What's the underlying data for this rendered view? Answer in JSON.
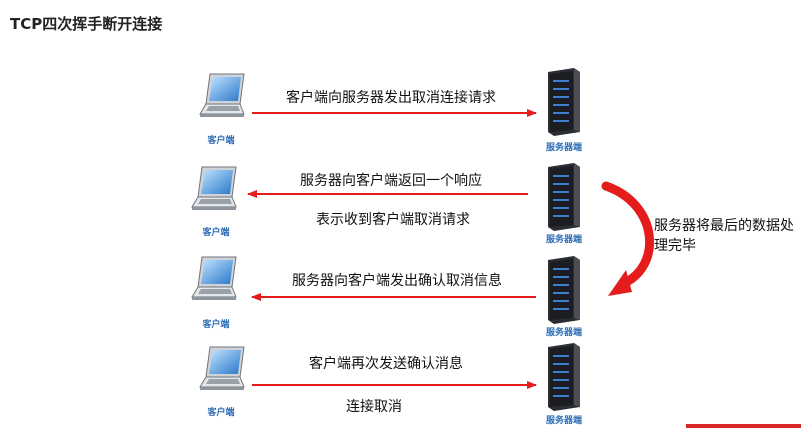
{
  "title": "TCP四次挥手断开连接",
  "client_label": "客户端",
  "server_label": "服务器端",
  "steps": [
    {
      "message_top": "客户端向服务器发出取消连接请求",
      "message_bottom": "",
      "direction": "client-to-server"
    },
    {
      "message_top": "服务器向客户端返回一个响应",
      "message_bottom": "表示收到客户端取消请求",
      "direction": "server-to-client"
    },
    {
      "message_top": "服务器向客户端发出确认取消信息",
      "message_bottom": "",
      "direction": "server-to-client"
    },
    {
      "message_top": "客户端再次发送确认消息",
      "message_bottom": "连接取消",
      "direction": "client-to-server"
    }
  ],
  "side_note": "服务器将最后的数据处理完毕",
  "colors": {
    "arrow": "#e51c1c",
    "label": "#2e6db4"
  }
}
